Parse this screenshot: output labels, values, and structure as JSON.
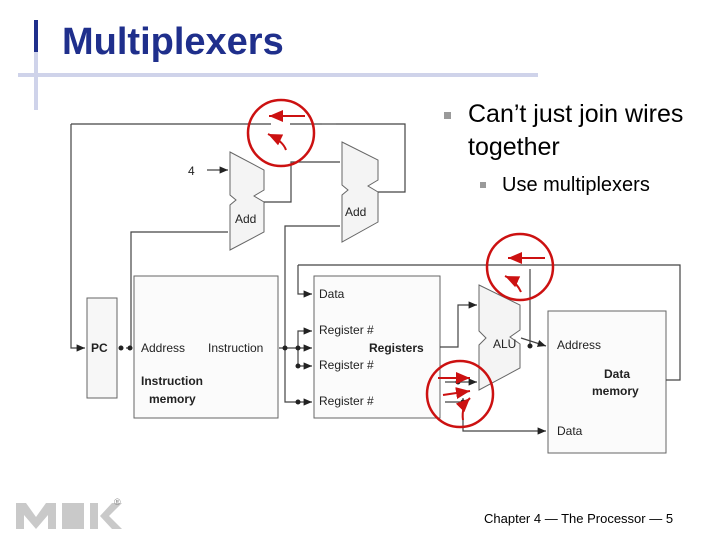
{
  "slide": {
    "title": "Multiplexers",
    "bullet1": "Can’t just join wires together",
    "bullet2": "Use multiplexers",
    "footer": "Chapter 4 — The Processor — 5"
  },
  "diagram": {
    "four": "4",
    "add1": "Add",
    "add2": "Add",
    "pc": "PC",
    "address": "Address",
    "instruction": "Instruction",
    "imem1": "Instruction",
    "imem2": "memory",
    "data_in": "Data",
    "regnum1": "Register #",
    "regnum2": "Register #",
    "regnum3": "Register #",
    "registers": "Registers",
    "alu": "ALU",
    "dm_address": "Address",
    "dm1": "Data",
    "dm2": "memory",
    "dm_data": "Data"
  },
  "logo": {
    "text": "MK",
    "mark": "®"
  },
  "colors": {
    "title": "#1f2f8c",
    "highlight": "#cc1111",
    "bar": "#cfd3ea"
  }
}
